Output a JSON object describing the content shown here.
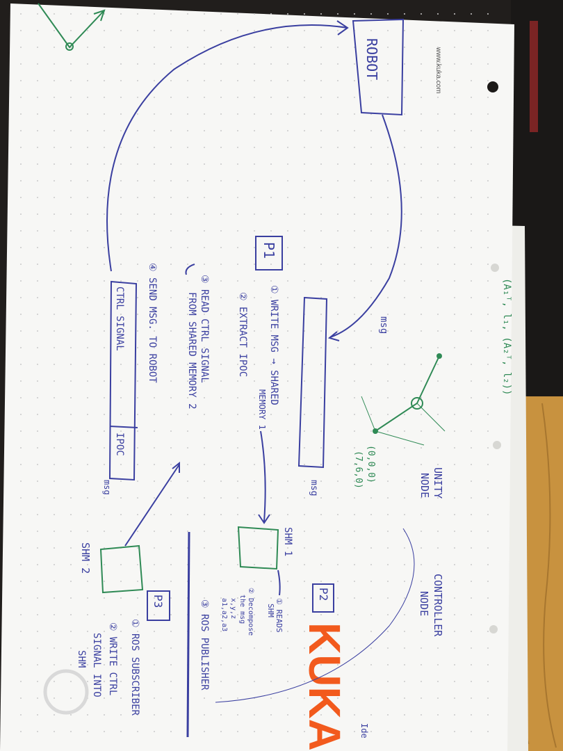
{
  "header": {
    "website": "www.kuka.com"
  },
  "brand": {
    "logo": "KUKA",
    "logo_color": "#f25a1d"
  },
  "colors": {
    "ink_blue": "#3a3fa0",
    "ink_green": "#2f8a55",
    "paper": "#f7f7f5",
    "wood": "#c8923f",
    "desk": "#211e1c"
  },
  "diagram": {
    "robot": "ROBOT",
    "msg_top": "msg",
    "msg_mid": "msg",
    "msg_ipoc": "msg",
    "p1": {
      "label": "P1",
      "step1_a": "① WRITE MSG → SHARED",
      "step1_b": "MEMORY 1",
      "step2": "② EXTRACT IPOC",
      "step3_a": "③ READ CTRL SIGNAL",
      "step3_b": "FROM SHARED MEMORY 2",
      "step4": "④ SEND MSG. TO ROBOT",
      "ctrl_signal": "CTRL SIGNAL",
      "ipoc": "IPOC"
    },
    "p2": {
      "label": "P2",
      "step1_a": "① READS",
      "step1_b": "SHM",
      "step2_a": "② Decompose",
      "step2_b": "the msg",
      "step2_c": "x,y,z",
      "step2_d": "a1,a2,a3",
      "step3": "③ ROS PUBLISHER"
    },
    "p3": {
      "label": "P3",
      "step1": "① ROS SUBSCRIBER",
      "step2_a": "② WRITE CTRL",
      "step2_b": "SIGNAL INTO",
      "step2_c": "SHM"
    },
    "shm1": "SHM 1",
    "shm2": "SHM 2",
    "unity_a": "UNITY",
    "unity_b": "NODE",
    "controller_a": "CONTROLLER",
    "controller_b": "NODE",
    "green_formula": "(A₁ᵀ, l₁, (A₂ᵀ, l₂))",
    "origin_a": "(0,0,0)",
    "origin_b": "(7,6,0)",
    "edge_note": "Ide"
  }
}
